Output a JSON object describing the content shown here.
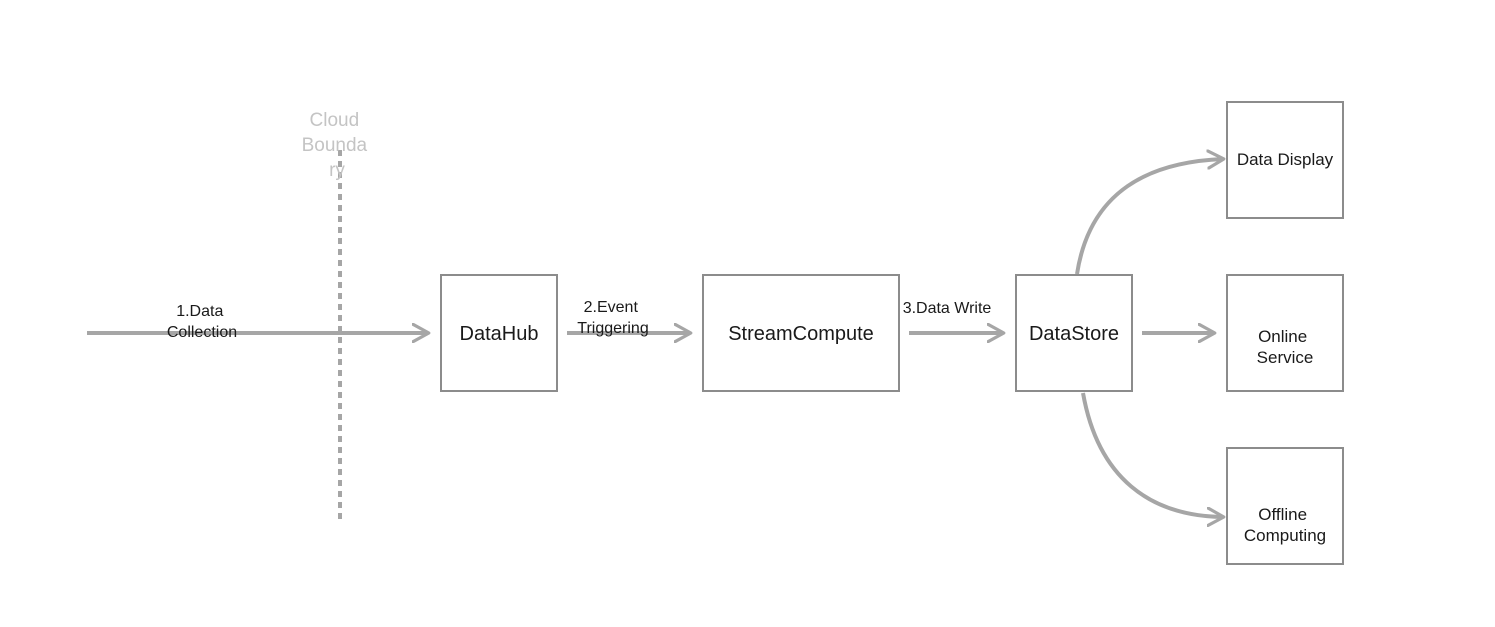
{
  "boundary": {
    "label_lines": [
      "Cloud",
      "Bounda",
      "ry"
    ]
  },
  "nodes": {
    "datahub": {
      "lines": [
        "DataHub"
      ]
    },
    "streamcompute": {
      "lines": [
        "StreamCompute"
      ]
    },
    "datastore": {
      "lines": [
        "DataStore"
      ]
    },
    "data_display": {
      "lines": [
        "Data Display"
      ]
    },
    "online_service": {
      "lines": [
        "Online",
        "Service"
      ]
    },
    "offline_computing": {
      "lines": [
        "Offline",
        "Computing"
      ]
    }
  },
  "edges": {
    "data_collection": {
      "lines": [
        "1.Data",
        "Collection"
      ]
    },
    "event_triggering": {
      "lines": [
        "2.Event",
        "Triggering"
      ]
    },
    "data_write": {
      "lines": [
        "3.Data Write"
      ]
    }
  },
  "colors": {
    "arrow": "#a6a6a6",
    "box_border": "#8c8c8c",
    "boundary_text": "#c4c4c4",
    "text": "#1a1a1a"
  }
}
